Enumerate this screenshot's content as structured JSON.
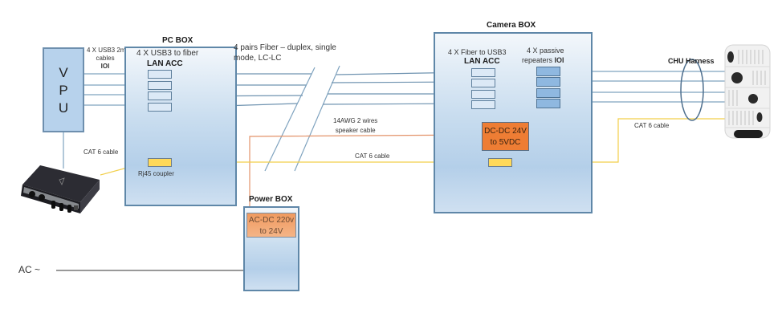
{
  "diagram": {
    "vpu": {
      "letters": [
        "V",
        "P",
        "U"
      ]
    },
    "usb_cables": {
      "line1": "4 X USB3 2m",
      "line2": "cables",
      "line3": "IOI"
    },
    "pc_box": {
      "title": "PC BOX",
      "subtitle": "4 X USB3 to fiber",
      "acc_label": "LAN ACC",
      "acc_count": 4,
      "coupler_label": "Rj45 coupler"
    },
    "fiber": {
      "line1": "4 pairs Fiber – duplex, single",
      "line2": "mode, LC-LC"
    },
    "speaker_cable": {
      "line1": "14AWG 2 wires",
      "line2": "speaker cable"
    },
    "cat6_left": "CAT 6 cable",
    "cat6_middle": "CAT 6 cable",
    "cat6_right": "CAT 6 cable",
    "power_box": {
      "title": "Power BOX",
      "converter_line1": "AC-DC 220v",
      "converter_line2": "to 24V"
    },
    "ac_label": "AC ~",
    "camera_box": {
      "title": "Camera BOX",
      "fiber_label": "4 X Fiber to USB3",
      "acc_label": "LAN ACC",
      "repeaters_label_1": "4 X passive",
      "repeaters_label_2": "repeaters",
      "repeaters_label_bold": "IOI",
      "converter_line1": "DC-DC 24V",
      "converter_line2": "to 5VDC"
    },
    "harness_label": "CHU Harness",
    "devices": {
      "audio_interface": "audio-interface-device",
      "camera_head": "camera-head-unit"
    },
    "colors": {
      "fiber_line": "#7fa3bf",
      "cat6_line": "#f2cf4a",
      "power_line": "#e3936a",
      "ac_line": "#333333",
      "box_border": "#5f87a8",
      "dcdc_fill": "#ee7d34",
      "coupler_fill": "#ffd95a"
    }
  }
}
